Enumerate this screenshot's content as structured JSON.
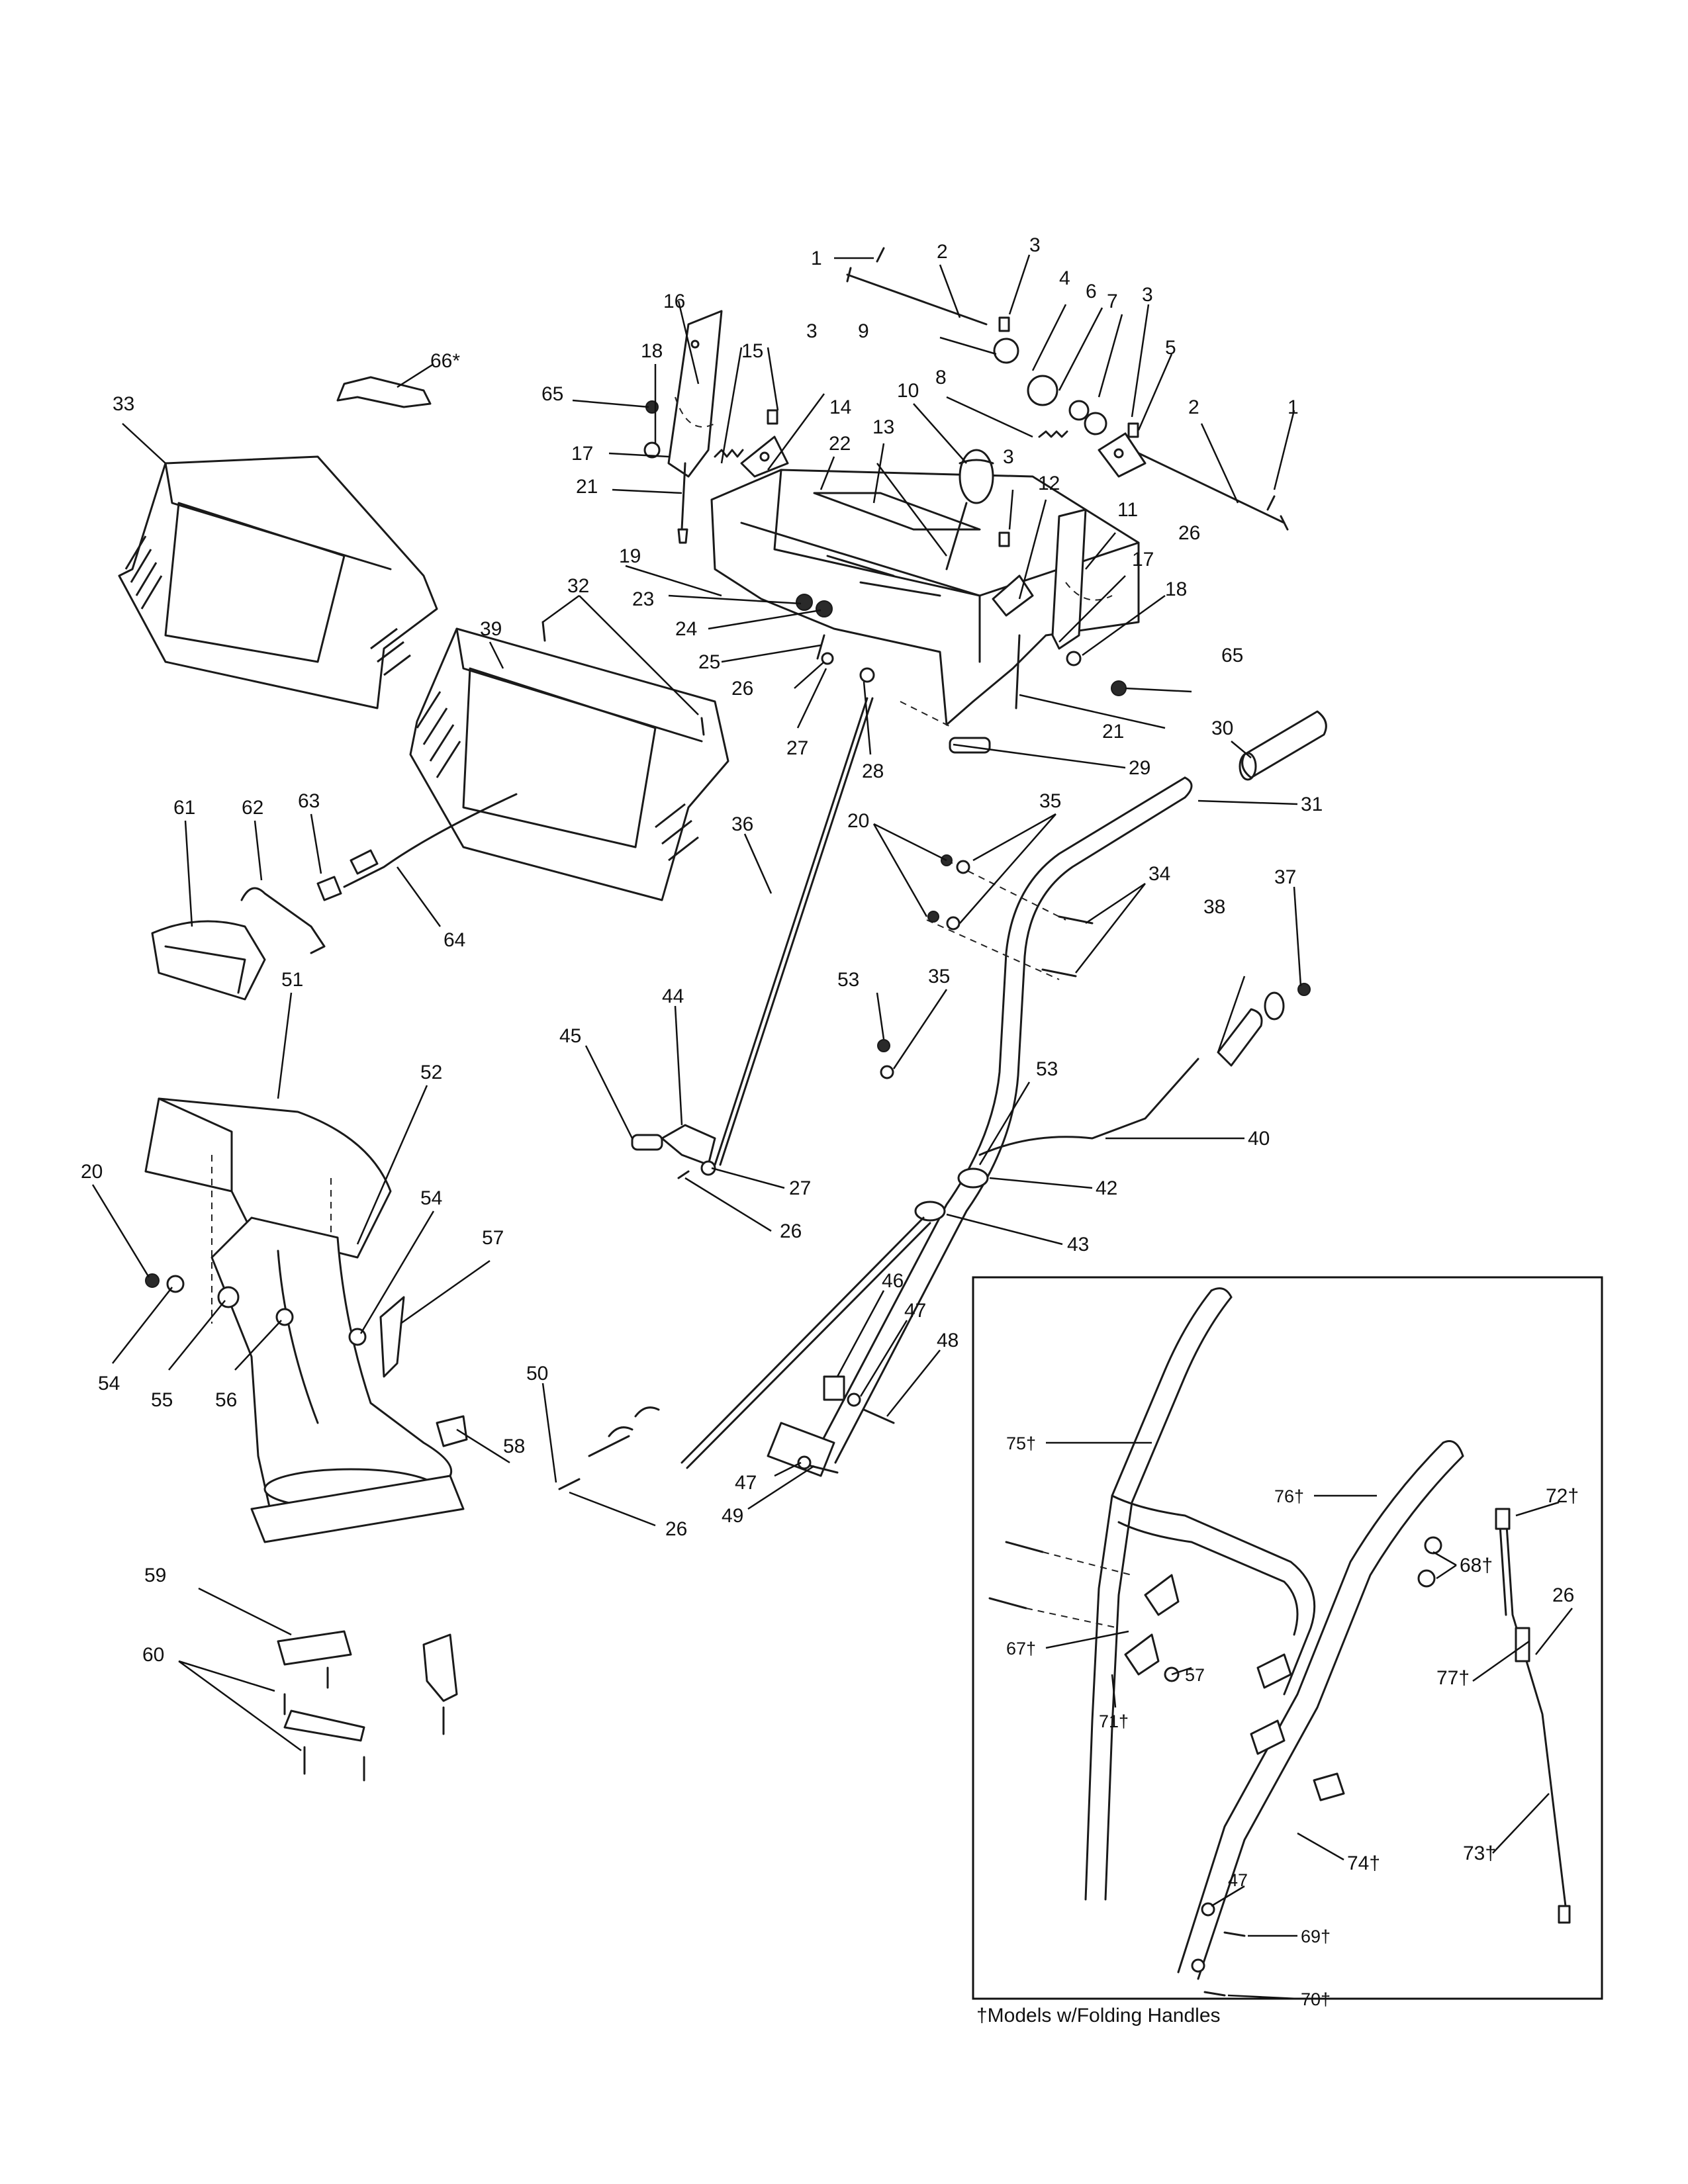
{
  "labels": [
    "1",
    "2",
    "3",
    "4",
    "5",
    "6",
    "7",
    "8",
    "9",
    "10",
    "11",
    "12",
    "13",
    "14",
    "15",
    "16",
    "17",
    "18",
    "19",
    "20",
    "21",
    "22",
    "23",
    "24",
    "25",
    "26",
    "27",
    "28",
    "29",
    "30",
    "31",
    "32",
    "33",
    "34",
    "35",
    "36",
    "37",
    "38",
    "39",
    "40",
    "42",
    "43",
    "44",
    "45",
    "46",
    "47",
    "48",
    "49",
    "50",
    "51",
    "52",
    "53",
    "54",
    "55",
    "56",
    "57",
    "58",
    "59",
    "60",
    "61",
    "62",
    "63",
    "64",
    "65",
    "66*",
    "67†",
    "68†",
    "69†",
    "70†",
    "71†",
    "72†",
    "73†",
    "74†",
    "75†",
    "76†",
    "77†"
  ],
  "callouts": {
    "c1a": "1",
    "c1b": "1",
    "c2a": "2",
    "c2b": "2",
    "c3a": "3",
    "c3b": "3",
    "c3c": "3",
    "c3d": "3",
    "c4": "4",
    "c5": "5",
    "c6": "6",
    "c7": "7",
    "c8": "8",
    "c9": "9",
    "c10": "10",
    "c11": "11",
    "c12": "12",
    "c13": "13",
    "c14": "14",
    "c15": "15",
    "c16": "16",
    "c17a": "17",
    "c17b": "17",
    "c18a": "18",
    "c18b": "18",
    "c19": "19",
    "c20a": "20",
    "c20b": "20",
    "c21a": "21",
    "c21b": "21",
    "c22": "22",
    "c23": "23",
    "c24": "24",
    "c25": "25",
    "c26a": "26",
    "c26b": "26",
    "c26c": "26",
    "c26d": "26",
    "c26e": "26",
    "c27a": "27",
    "c27b": "27",
    "c28": "28",
    "c29": "29",
    "c30": "30",
    "c31": "31",
    "c32": "32",
    "c33": "33",
    "c34": "34",
    "c35a": "35",
    "c35b": "35",
    "c36": "36",
    "c37": "37",
    "c38": "38",
    "c39": "39",
    "c40": "40",
    "c42": "42",
    "c43": "43",
    "c44": "44",
    "c45": "45",
    "c46": "46",
    "c47a": "47",
    "c47b": "47",
    "c47c": "47",
    "c48": "48",
    "c49": "49",
    "c50": "50",
    "c51": "51",
    "c52": "52",
    "c53a": "53",
    "c53b": "53",
    "c54a": "54",
    "c54b": "54",
    "c55": "55",
    "c56": "56",
    "c57a": "57",
    "c57b": "57",
    "c58": "58",
    "c59": "59",
    "c60": "60",
    "c61": "61",
    "c62": "62",
    "c63": "63",
    "c64": "64",
    "c65a": "65",
    "c65b": "65",
    "c66": "66*",
    "c67": "67†",
    "c68": "68†",
    "c69": "69†",
    "c70": "70†",
    "c71": "71†",
    "c72": "72†",
    "c73": "73†",
    "c74": "74†",
    "c75": "75†",
    "c76": "76†",
    "c77": "77†"
  },
  "inset": {
    "footnote": "†Models w/Folding Handles"
  }
}
